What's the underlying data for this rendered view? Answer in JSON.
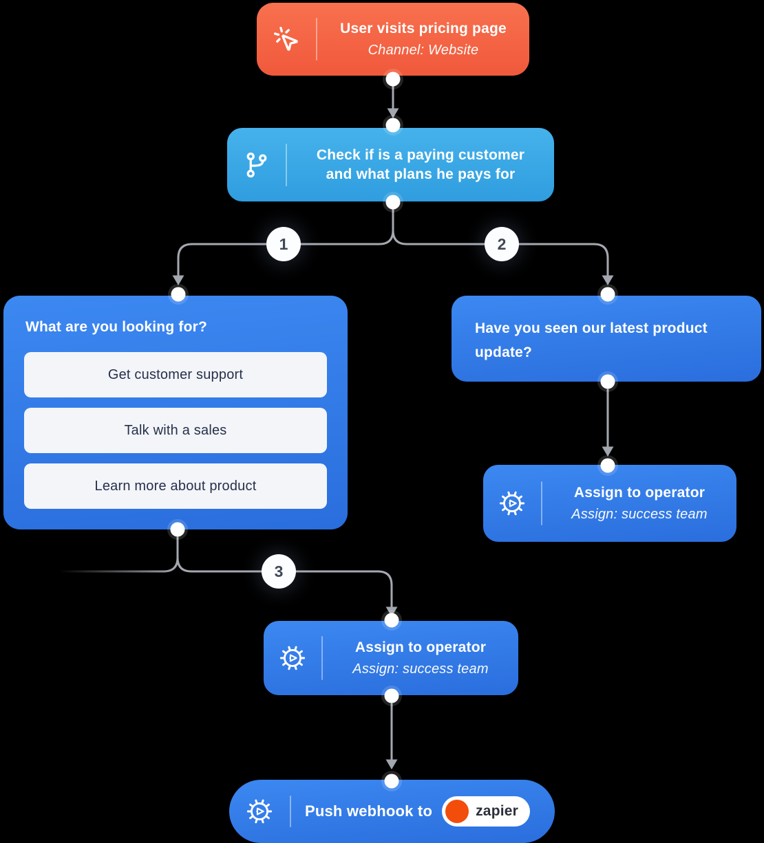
{
  "diagram": {
    "background": "#000000",
    "connector_color": "#a5a8b0",
    "branch_labels": {
      "b1": "1",
      "b2": "2",
      "b3": "3"
    },
    "colors": {
      "trigger_orange_top": "#f8714f",
      "trigger_orange_bottom": "#f0593b",
      "condition_sky_top": "#46b2ec",
      "condition_sky_bottom": "#2f9ddf",
      "node_blue_top": "#3c88f1",
      "node_blue_bottom": "#2a6edd",
      "button_bg": "#f3f5f9",
      "button_text": "#26304a",
      "zapier_dot_orange": "#f24d0a"
    },
    "nodes": {
      "trigger": {
        "icon": "cursor-click-icon",
        "title": "User visits pricing page",
        "subtitle": "Channel: Website"
      },
      "condition": {
        "icon": "branch-icon",
        "title_line1": "Check if is a paying customer",
        "title_line2": "and what plans he pays for"
      },
      "question_left": {
        "title": "What are you looking for?",
        "buttons": [
          "Get customer support",
          "Talk with a sales",
          "Learn more about product"
        ]
      },
      "question_right": {
        "title_line1": "Have you seen our latest product",
        "title_line2": "update?"
      },
      "assign_right": {
        "icon": "gear-icon",
        "title": "Assign to operator",
        "subtitle": "Assign: success team"
      },
      "assign_middle": {
        "icon": "gear-icon",
        "title": "Assign to operator",
        "subtitle": "Assign: success team"
      },
      "webhook": {
        "icon": "gear-icon",
        "title": "Push webhook to",
        "badge_label": "zapier"
      }
    }
  }
}
